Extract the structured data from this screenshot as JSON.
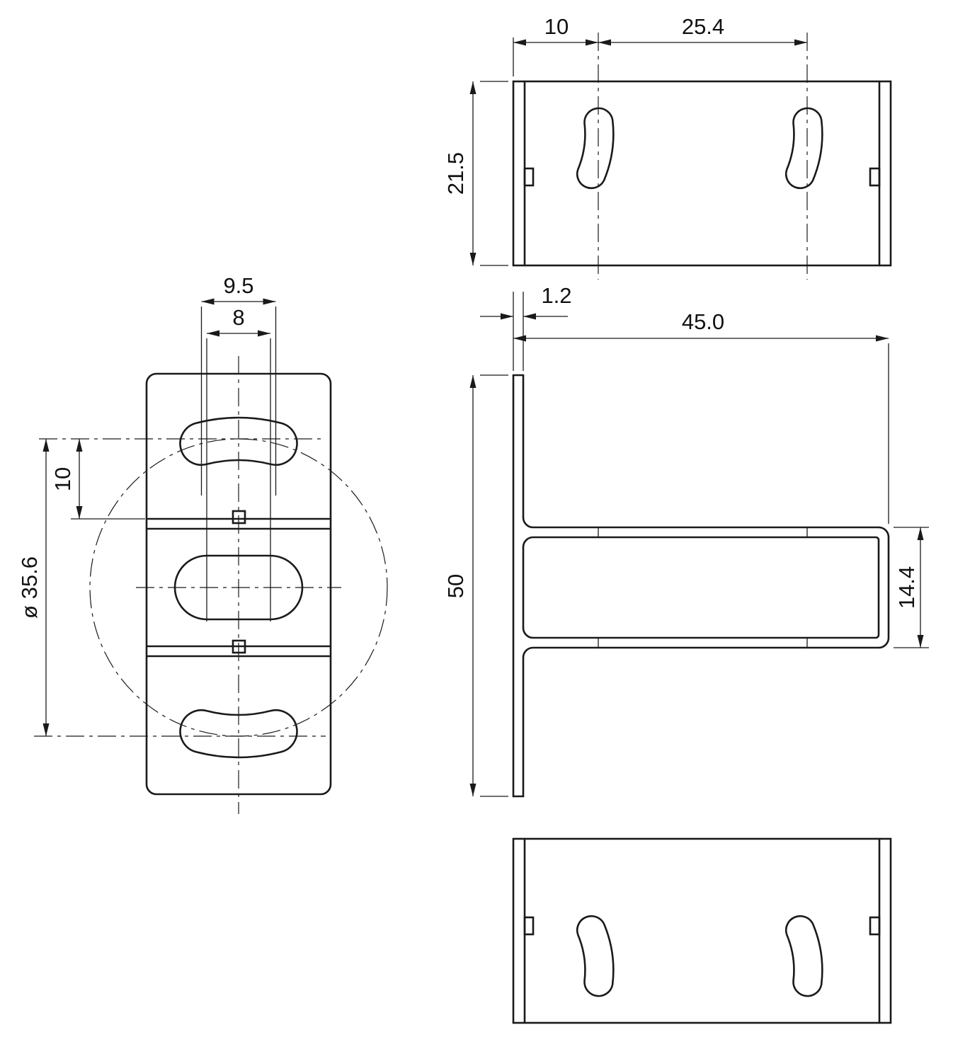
{
  "meta": {
    "type": "technical-drawing",
    "subject": "sheet-metal mounting bracket, four orthographic views",
    "background": "#ffffff",
    "line_color": "#1a1a1a"
  },
  "dims": {
    "front": {
      "slot_pitch": "9.5",
      "middle_slot": "8",
      "slot_offset": "10",
      "pitch_diameter": "ø 35.6"
    },
    "top": {
      "edge_to_slot": "10",
      "slot_spacing": "25.4",
      "depth": "21.5"
    },
    "side": {
      "thickness": "1.2",
      "overall_width": "45.0",
      "overall_height": "50",
      "channel_height": "14.4"
    }
  }
}
